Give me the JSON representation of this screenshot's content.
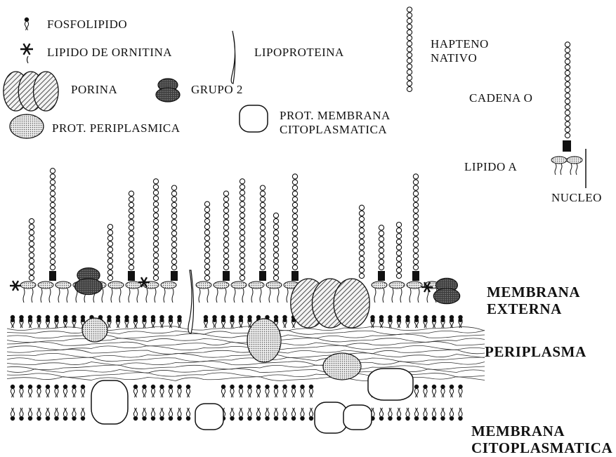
{
  "legend": {
    "phospholipid": "FOSFOLIPIDO",
    "ornithine_lipid": "LIPIDO DE ORNITINA",
    "lipoprotein": "LIPOPROTEINA",
    "native_hapten": "HAPTENO NATIVO",
    "porin": "PORINA",
    "group2": "GRUPO 2",
    "periplasmic_protein": "PROT. PERIPLASMICA",
    "cytoplasmic_membrane_protein": "PROT. MEMBRANA CITOPLASMATICA"
  },
  "lps": {
    "o_chain": "CADENA O",
    "lipid_a": "LIPIDO A",
    "core": "NUCLEO"
  },
  "regions": {
    "outer_membrane": "MEMBRANA EXTERNA",
    "periplasm": "PERIPLASMA",
    "cytoplasmic_membrane": "MEMBRANA CITOPLASMATICA"
  }
}
